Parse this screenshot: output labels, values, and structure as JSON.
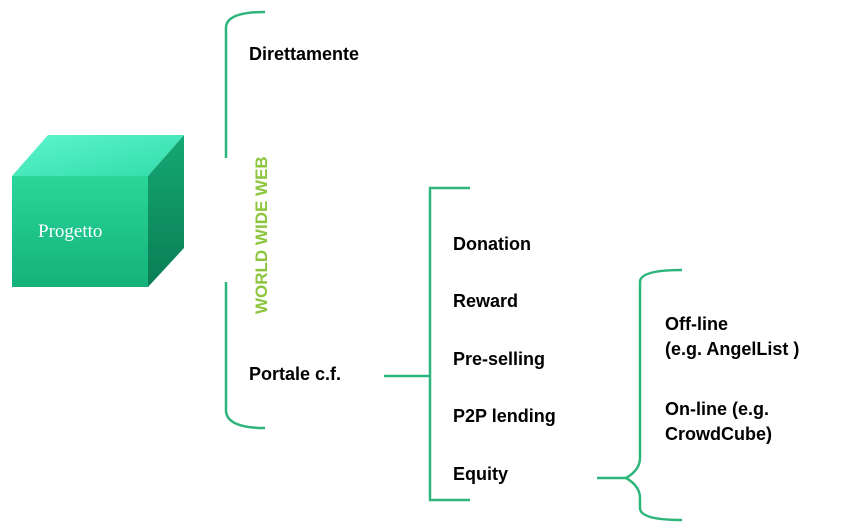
{
  "project_box": {
    "label": "Progetto"
  },
  "web_label": "WORLD WIDE WEB",
  "channels": {
    "direct": "Direttamente",
    "portal": "Portale c.f."
  },
  "portal_types": [
    "Donation",
    "Reward",
    "Pre-selling",
    "P2P lending",
    "Equity"
  ],
  "equity_modes": {
    "offline_line1": "Off-line",
    "offline_line2": "(e.g. AngelList )",
    "online_line1": "On-line (e.g.",
    "online_line2": "CrowdCube)"
  },
  "colors": {
    "bracket": "#2db57a",
    "cube_front": "#1ec08a",
    "cube_top": "#4ef0c0",
    "cube_side": "#0f8a5f",
    "web_text": "#8cc63e"
  }
}
